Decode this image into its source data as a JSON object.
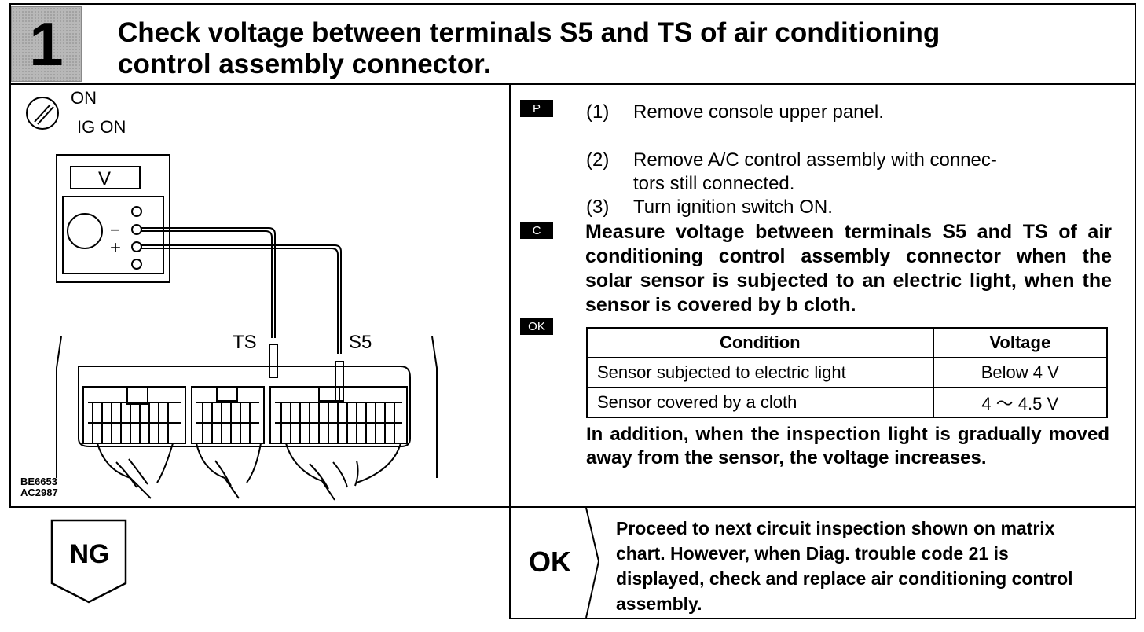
{
  "header": {
    "step_number": "1",
    "title_line1": "Check voltage between terminals S5 and TS of air conditioning",
    "title_line2": "control assembly connector."
  },
  "diagram": {
    "ignition_on": "ON",
    "ignition_ig_on": "IG ON",
    "meter_label": "V",
    "minus": "−",
    "plus": "+",
    "terminal_ts": "TS",
    "terminal_s5": "S5",
    "code_1": "BE6653",
    "code_2": "AC2987"
  },
  "procedure": {
    "tag_p": "P",
    "tag_c": "C",
    "tag_ok": "OK",
    "step1_num": "(1)",
    "step1_text": "Remove console upper panel.",
    "step2_num": "(2)",
    "step2_text_a": "Remove A/C control assembly with connec-",
    "step2_text_b": "tors still connected.",
    "step3_num": "(3)",
    "step3_text": "Turn ignition switch ON.",
    "measure_text": "Measure voltage between terminals S5 and TS of air conditioning control assembly connector when the solar sensor is subjected to an electric light, when the sensor is covered by b cloth."
  },
  "condition_table": {
    "headers": [
      "Condition",
      "Voltage"
    ],
    "rows": [
      [
        "Sensor subjected to electric light",
        "Below 4 V"
      ],
      [
        "Sensor covered by a cloth",
        "4 ～ 4.5 V"
      ]
    ]
  },
  "addition_text": "In addition, when the inspection light is gradually moved away from the sensor, the voltage increases.",
  "results": {
    "ng_label": "NG",
    "ok_label": "OK",
    "ok_text": "Proceed to next circuit inspection shown on matrix chart. However, when Diag. trouble code 21 is displayed, check and replace air conditioning control assembly."
  }
}
